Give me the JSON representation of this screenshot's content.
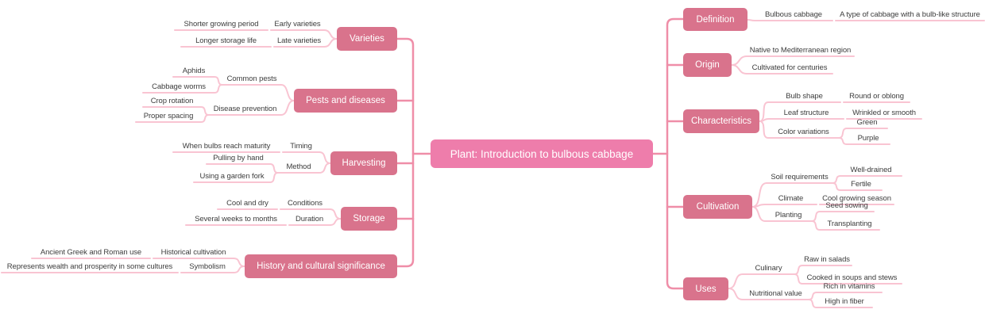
{
  "root": {
    "label": "Plant: Introduction to bulbous cabbage"
  },
  "colors": {
    "root_fill": "#ee7dab",
    "branch_fill": "#d9738c",
    "trunk_line": "#ef8ea8",
    "leaf_line": "#f9c4d2",
    "leaf_text": "#3d3d3d",
    "background": "#ffffff"
  },
  "left": [
    {
      "label": "Varieties",
      "children": [
        {
          "label": "Early varieties",
          "children": [
            {
              "label": "Shorter growing period"
            }
          ]
        },
        {
          "label": "Late varieties",
          "children": [
            {
              "label": "Longer storage life"
            }
          ]
        }
      ]
    },
    {
      "label": "Pests and diseases",
      "children": [
        {
          "label": "Common pests",
          "children": [
            {
              "label": "Aphids"
            },
            {
              "label": "Cabbage worms"
            }
          ]
        },
        {
          "label": "Disease prevention",
          "children": [
            {
              "label": "Crop rotation"
            },
            {
              "label": "Proper spacing"
            }
          ]
        }
      ]
    },
    {
      "label": "Harvesting",
      "children": [
        {
          "label": "Timing",
          "children": [
            {
              "label": "When bulbs reach maturity"
            }
          ]
        },
        {
          "label": "Method",
          "children": [
            {
              "label": "Pulling by hand"
            },
            {
              "label": "Using a garden fork"
            }
          ]
        }
      ]
    },
    {
      "label": "Storage",
      "children": [
        {
          "label": "Conditions",
          "children": [
            {
              "label": "Cool and dry"
            }
          ]
        },
        {
          "label": "Duration",
          "children": [
            {
              "label": "Several weeks to months"
            }
          ]
        }
      ]
    },
    {
      "label": "History and cultural significance",
      "children": [
        {
          "label": "Historical cultivation",
          "children": [
            {
              "label": "Ancient Greek and Roman use"
            }
          ]
        },
        {
          "label": "Symbolism",
          "children": [
            {
              "label": "Represents wealth and prosperity in some cultures"
            }
          ]
        }
      ]
    }
  ],
  "right": [
    {
      "label": "Definition",
      "children": [
        {
          "label": "Bulbous cabbage",
          "children": [
            {
              "label": "A type of cabbage with a bulb-like structure"
            }
          ]
        }
      ]
    },
    {
      "label": "Origin",
      "children": [
        {
          "label": "Native to Mediterranean region"
        },
        {
          "label": "Cultivated for centuries"
        }
      ]
    },
    {
      "label": "Characteristics",
      "children": [
        {
          "label": "Bulb shape",
          "children": [
            {
              "label": "Round or oblong"
            }
          ]
        },
        {
          "label": "Leaf structure",
          "children": [
            {
              "label": "Wrinkled or smooth"
            }
          ]
        },
        {
          "label": "Color variations",
          "children": [
            {
              "label": "Green"
            },
            {
              "label": "Purple"
            }
          ]
        }
      ]
    },
    {
      "label": "Cultivation",
      "children": [
        {
          "label": "Soil requirements",
          "children": [
            {
              "label": "Well-drained"
            },
            {
              "label": "Fertile"
            }
          ]
        },
        {
          "label": "Climate",
          "children": [
            {
              "label": "Cool growing season"
            }
          ]
        },
        {
          "label": "Planting",
          "children": [
            {
              "label": "Seed sowing"
            },
            {
              "label": "Transplanting"
            }
          ]
        }
      ]
    },
    {
      "label": "Uses",
      "children": [
        {
          "label": "Culinary",
          "children": [
            {
              "label": "Raw in salads"
            },
            {
              "label": "Cooked in soups and stews"
            }
          ]
        },
        {
          "label": "Nutritional value",
          "children": [
            {
              "label": "Rich in vitamins"
            },
            {
              "label": "High in fiber"
            }
          ]
        }
      ]
    }
  ]
}
